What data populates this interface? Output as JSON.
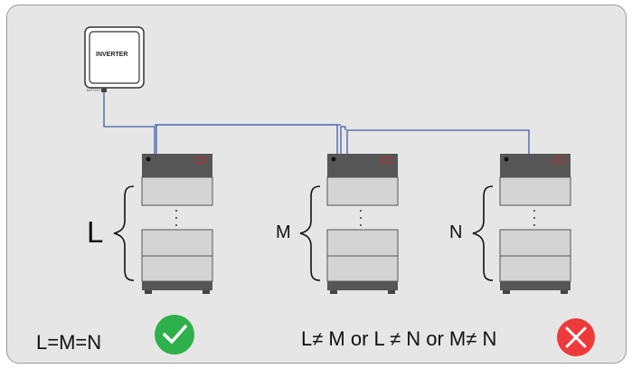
{
  "inverter": {
    "label": "INVERTER",
    "port_label": "BATTERY"
  },
  "stacks": [
    {
      "id": "L",
      "label": "L"
    },
    {
      "id": "M",
      "label": "M"
    },
    {
      "id": "N",
      "label": "N"
    }
  ],
  "rules": {
    "valid_text": "L=M=N",
    "valid_icon": "check-circle-icon",
    "invalid_text": "L≠ M or L ≠ N or M≠ N",
    "invalid_icon": "cross-circle-icon"
  },
  "colors": {
    "panel_bg": "#e6e6e6",
    "cable": "#3f5fa8",
    "module_dark": "#565656",
    "module_light": "#d4d4d4",
    "check_green": "#2eb14a",
    "cross_red": "#ee3a3a",
    "led_red": "#c0282c"
  }
}
